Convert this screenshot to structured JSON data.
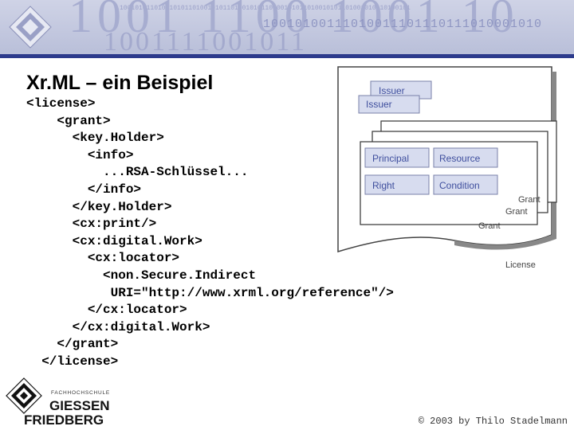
{
  "slide": {
    "title": "Xr.ML – ein Beispiel",
    "code_lines": [
      "<license>",
      "    <grant>",
      "      <key.Holder>",
      "        <info>",
      "          ...RSA-Schlüssel...",
      "        </info>",
      "      </key.Holder>",
      "      <cx:print/>",
      "      <cx:digital.Work>",
      "        <cx:locator>",
      "          <non.Secure.Indirect",
      "           URI=\"http://www.xrml.org/reference\"/>",
      "        </cx:locator>",
      "      </cx:digital.Work>",
      "    </grant>",
      "  </license>"
    ]
  },
  "diagram": {
    "issuer_back": "Issuer",
    "issuer_front": "Issuer",
    "principal": "Principal",
    "resource": "Resource",
    "right": "Right",
    "condition": "Condition",
    "grant_1": "Grant",
    "grant_2": "Grant",
    "grant_3": "Grant",
    "license": "License"
  },
  "footer": {
    "school_small": "FACHHOCHSCHULE",
    "school_line1": "GIESSEN",
    "school_line2": "FRIEDBERG",
    "copyright": "© 2003 by Thilo Stadelmann"
  },
  "colors": {
    "accent_bar": "#2c3a8c",
    "banner": "#c3c8df",
    "diagram_box": "#d7dcef",
    "diagram_text": "#3f4f9e"
  }
}
